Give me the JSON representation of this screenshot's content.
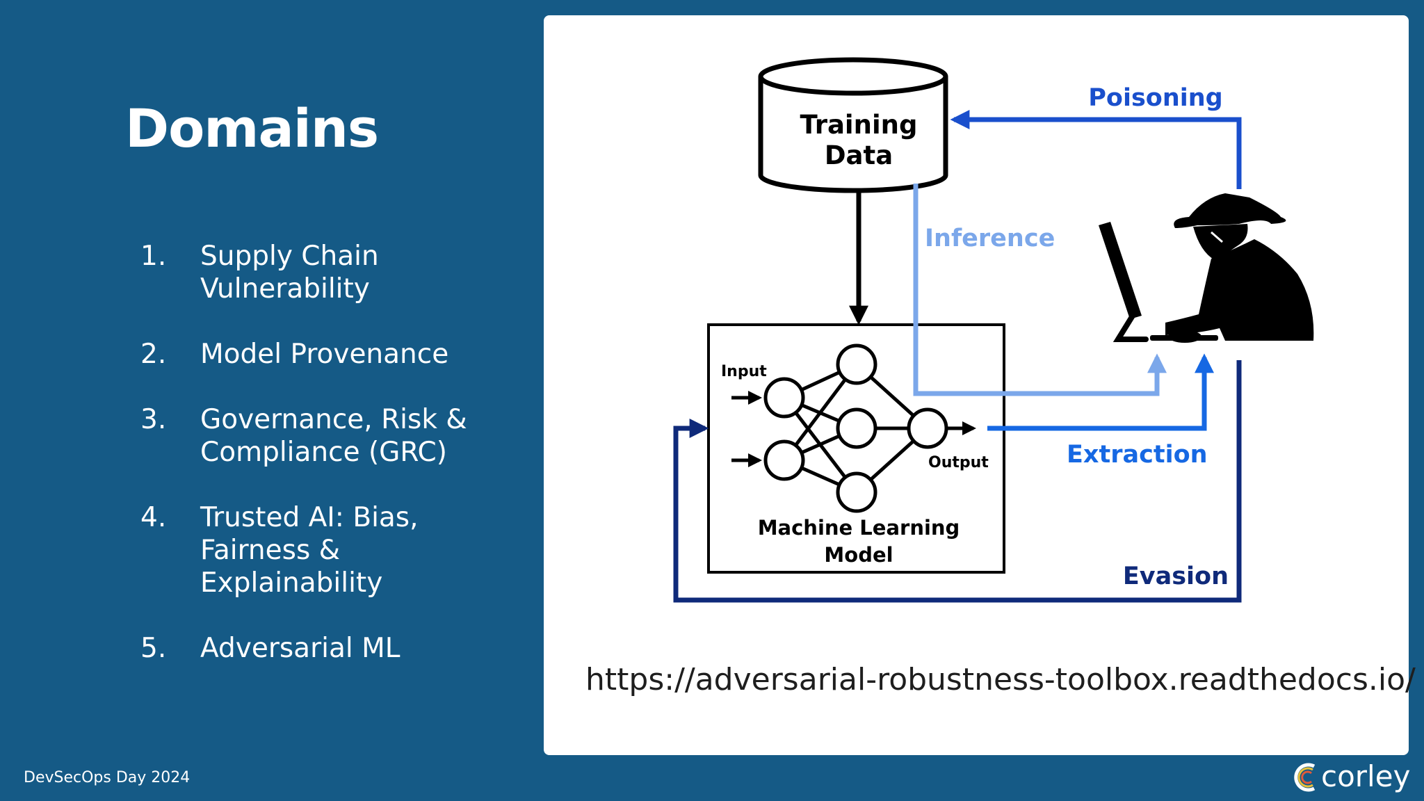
{
  "slide": {
    "title": "Domains",
    "footer": "DevSecOps Day 2024",
    "logo_text": "corley"
  },
  "domains": [
    {
      "num": "1.",
      "text": "Supply Chain\nVulnerability"
    },
    {
      "num": "2.",
      "text": "Model Provenance"
    },
    {
      "num": "3.",
      "text": "Governance, Risk &\nCompliance (GRC)"
    },
    {
      "num": "4.",
      "text": "Trusted AI: Bias,\nFairness &\nExplainability"
    },
    {
      "num": "5.",
      "text": "Adversarial ML"
    }
  ],
  "diagram": {
    "training_data_line1": "Training",
    "training_data_line2": "Data",
    "input_label": "Input",
    "output_label": "Output",
    "model_line1": "Machine Learning",
    "model_line2": "Model",
    "poisoning": "Poisoning",
    "inference": "Inference",
    "extraction": "Extraction",
    "evasion": "Evasion",
    "colors": {
      "poisoning": "#1a4fcc",
      "inference": "#7ba7ea",
      "extraction": "#1668e3",
      "evasion": "#0f2a7a"
    },
    "attacker_icon": "hacker-at-computer-icon"
  },
  "reference_url": "https://adversarial-robustness-toolbox.readthedocs.io/"
}
